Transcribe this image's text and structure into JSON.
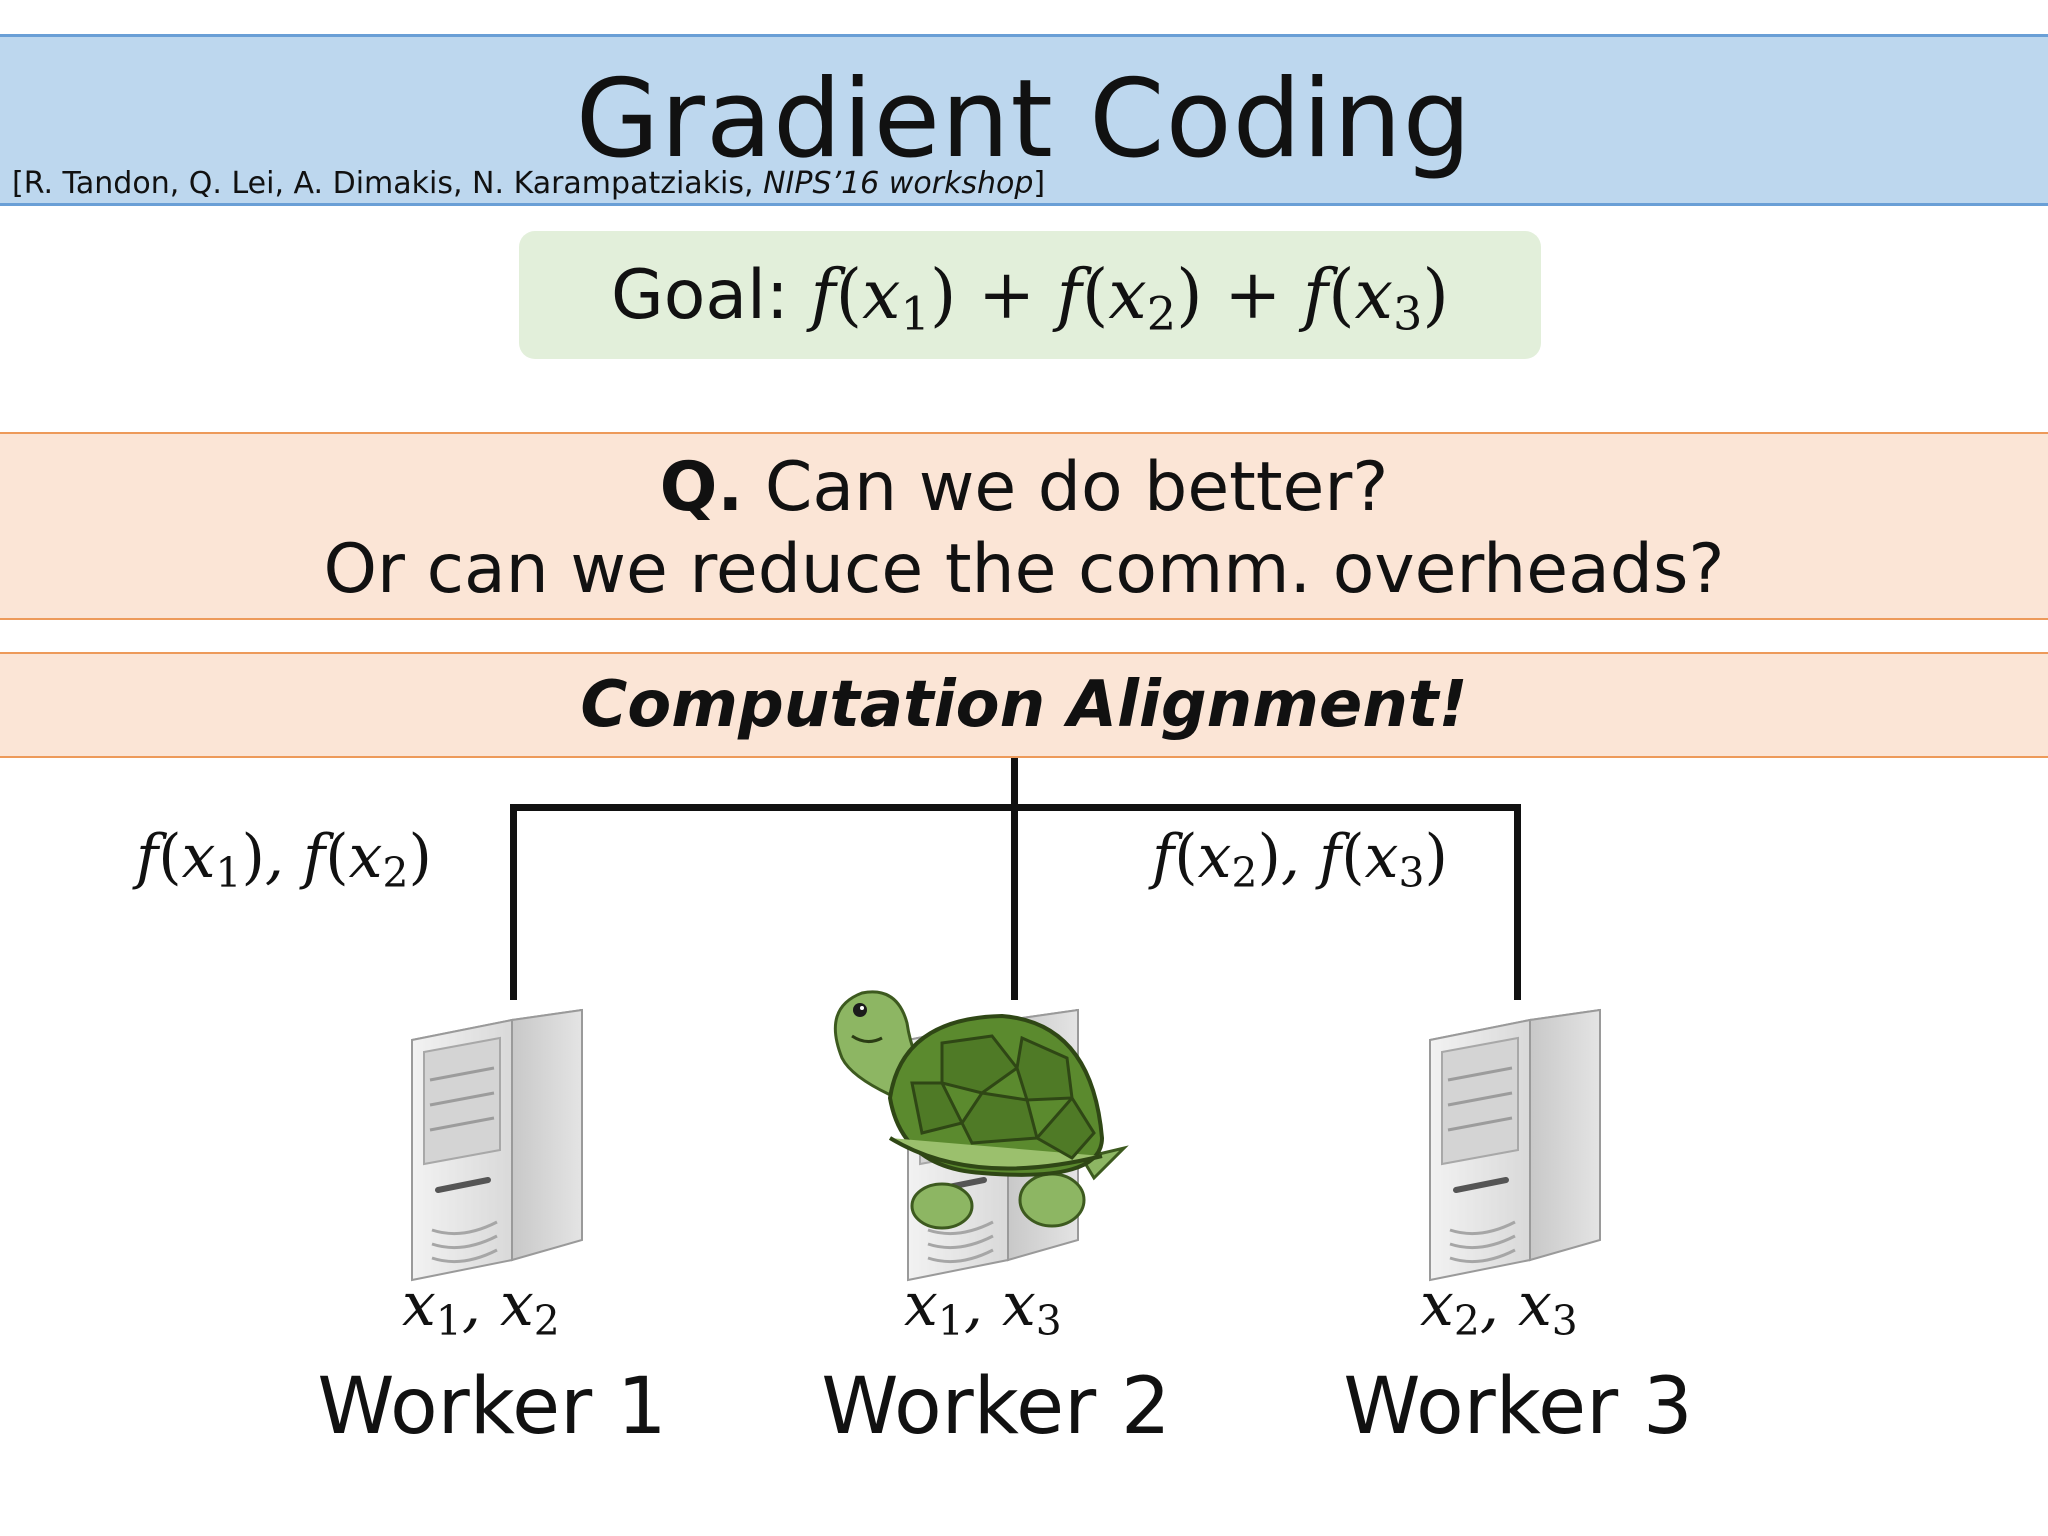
{
  "slide": {
    "title": "Gradient Coding",
    "citation": {
      "authors": "[R. Tandon, Q. Lei, A. Dimakis, N. Karampatziakis, ",
      "venue": "NIPS’16 workshop",
      "close": "]"
    },
    "goal": {
      "label": "Goal:"
    },
    "question": {
      "marker": "Q.",
      "line1": "Can we do better?",
      "line2": "Or can we reduce the comm. overheads?"
    },
    "banner": "Computation Alignment!",
    "workers": [
      {
        "name": "Worker 1",
        "data": "x1, x2",
        "sends": "f(x1), f(x2)"
      },
      {
        "name": "Worker 2",
        "data": "x1, x3",
        "sends": ""
      },
      {
        "name": "Worker 3",
        "data": "x2, x3",
        "sends": "f(x2), f(x3)"
      }
    ]
  },
  "colors": {
    "title_band": "#bdd7ee",
    "goal_box": "#e2efda",
    "question_band": "#fbe5d6",
    "band_border": "#ed9a5a"
  },
  "icons": [
    "server-icon",
    "turtle-icon"
  ]
}
